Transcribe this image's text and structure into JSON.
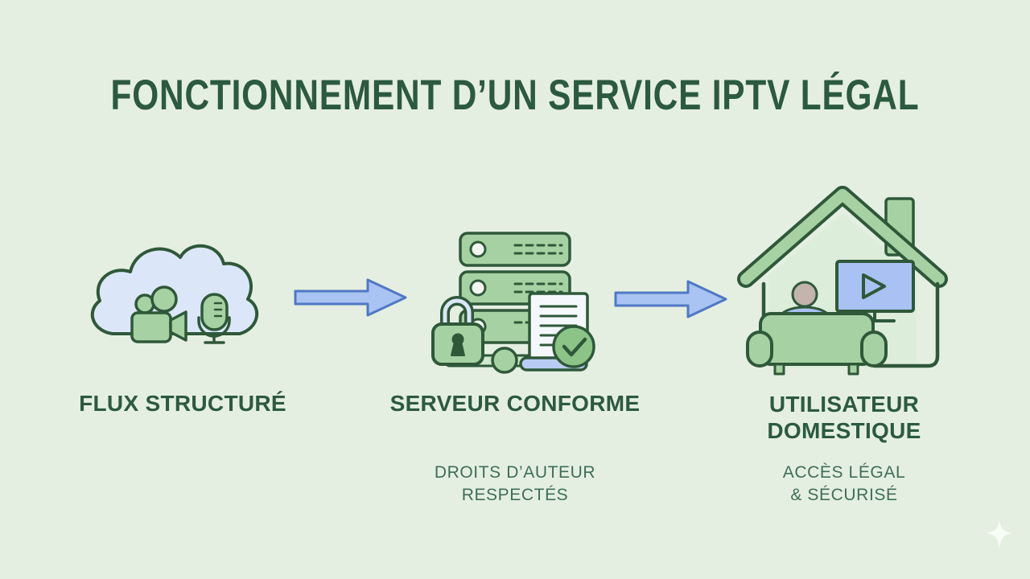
{
  "title": "FONCTIONNEMENT D’UN SERVICE IPTV LÉGAL",
  "steps": [
    {
      "id": "source",
      "label": "FLUX STRUCTURÉ",
      "sublabel": "",
      "icon": "cloud-media-icon"
    },
    {
      "id": "server",
      "label": "SERVEUR CONFORME",
      "sublabel": "DROITS D’AUTEUR\nRESPECTÉS",
      "icon": "secure-server-icon"
    },
    {
      "id": "user",
      "label": "UTILISATEUR DOMESTIQUE",
      "sublabel": "ACCÈS LÉGAL\n& SÉCURISÉ",
      "icon": "home-viewer-icon"
    }
  ],
  "connectors": [
    {
      "icon": "flow-arrow-right-icon"
    },
    {
      "icon": "flow-arrow-right-icon"
    }
  ],
  "watermark": {
    "icon": "sparkle-icon"
  },
  "colors": {
    "background": "#e4efe2",
    "heading": "#2c5a3e",
    "subheading": "#3f6e55",
    "outline": "#2f5839",
    "icon-green": "#a6d1a2",
    "panel-green": "#dcedda",
    "connector-green": "#cfe7cd",
    "cloud-blue": "#dbe7f8",
    "media-blue": "#a9c2f3",
    "scroll-blue": "#b9cdf4",
    "paper": "#f4f8fd",
    "check-green": "#8cc487",
    "arrow-fill": "#a9c3f2",
    "arrow-stroke": "#4f78c4",
    "skin": "#c3b4ad",
    "server-dot": "#f1f7f0",
    "sparkle": "#fafdf9"
  }
}
